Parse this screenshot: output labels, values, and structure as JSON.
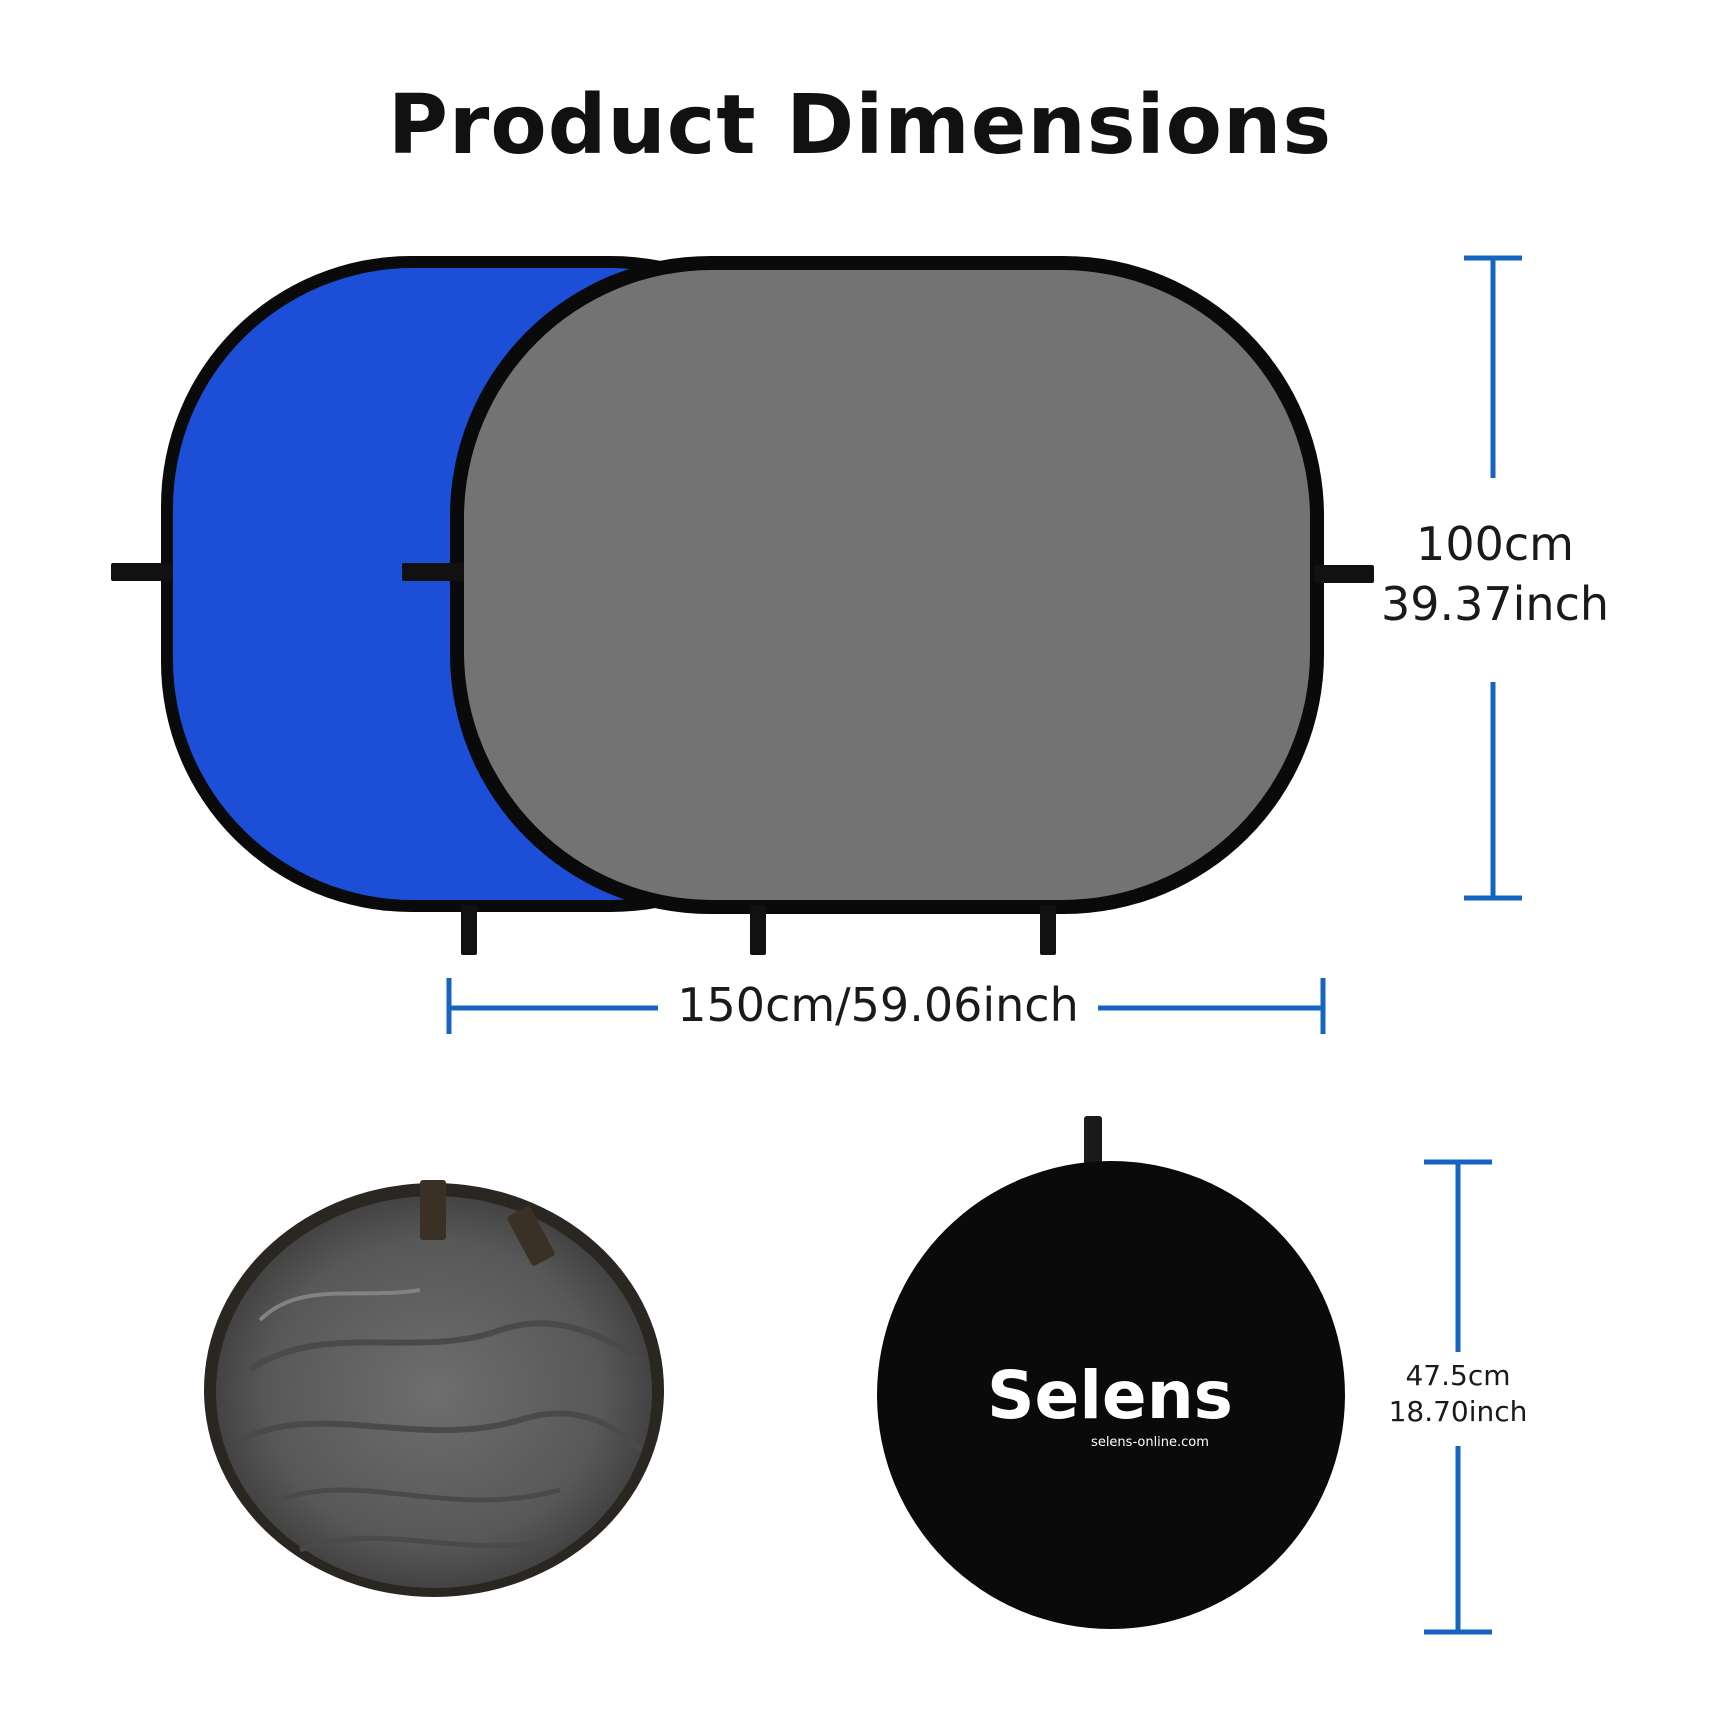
{
  "title": "Product Dimensions",
  "dimensions": {
    "height_cm": "100cm",
    "height_inch": "39.37inch",
    "width": "150cm/59.06inch",
    "folded_cm": "47.5cm",
    "folded_inch": "18.70inch"
  },
  "bag": {
    "brand": "Selens",
    "url": "selens-online.com"
  },
  "colors": {
    "backdrop_blue": "#1d4ed8",
    "backdrop_gray": "#737373",
    "frame": "#0a0a0a",
    "dimension_line": "#1565c0"
  }
}
